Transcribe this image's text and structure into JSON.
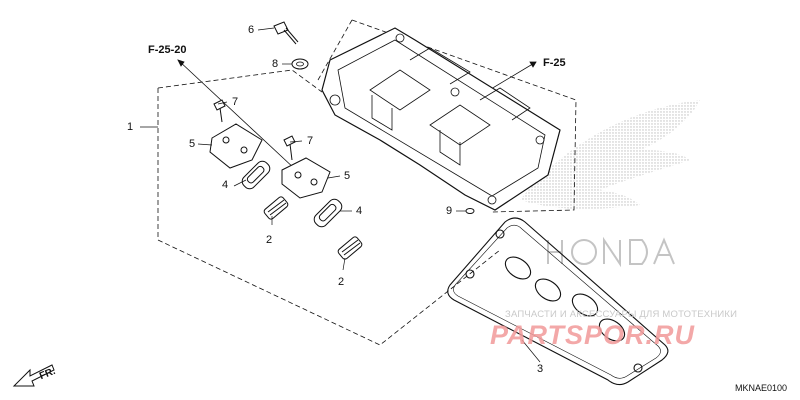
{
  "diagram_code": "MKNAE0100",
  "references": {
    "f25_20": "F-25-20",
    "f25": "F-25"
  },
  "front_label": "FR.",
  "watermark": {
    "caption": "ЗАПЧАСТИ И АКСЕССУАРЫ ДЛЯ МОТОТЕХНИКИ",
    "logo": "PARTSPOR.RU"
  },
  "brand_mark": "HONDA",
  "callouts": {
    "c1": "1",
    "c2a": "2",
    "c2b": "2",
    "c3": "3",
    "c4a": "4",
    "c4b": "4",
    "c5a": "5",
    "c5b": "5",
    "c6": "6",
    "c7a": "7",
    "c7b": "7",
    "c8": "8",
    "c9": "9"
  },
  "colors": {
    "line": "#111111",
    "watermark_logo": "#f29a9a",
    "honda_dots": "#bdbdbd"
  }
}
